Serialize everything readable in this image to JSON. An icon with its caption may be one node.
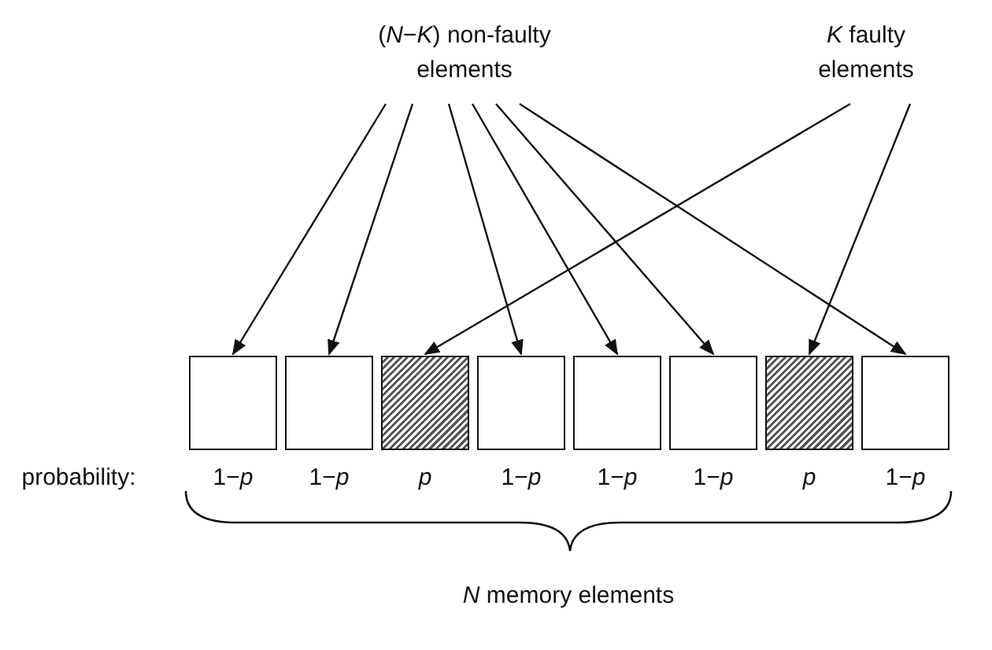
{
  "diagram": {
    "nodes": [
      {
        "text": [
          "(*N*−*K*) non-faulty elements"
        ]
      },
      {
        "text": [
          "*K* faulty elements"
        ]
      },
      {
        "text": [],
        "shape": "box"
      },
      {
        "text": [],
        "shape": "box"
      },
      {
        "text": [],
        "shape": "hatched"
      },
      {
        "text": [],
        "shape": "box"
      },
      {
        "text": [],
        "shape": "box"
      },
      {
        "text": [],
        "shape": "box"
      },
      {
        "text": [],
        "shape": "hatched"
      },
      {
        "text": [],
        "shape": "box"
      }
    ],
    "edges": [
      {
        "from": 0,
        "to": 2,
        "arrow": "to"
      },
      {
        "from": 0,
        "to": 3,
        "arrow": "to"
      },
      {
        "from": 1,
        "to": 4,
        "arrow": "to"
      },
      {
        "from": 0,
        "to": 5,
        "arrow": "to"
      },
      {
        "from": 0,
        "to": 6,
        "arrow": "to"
      },
      {
        "from": 0,
        "to": 7,
        "arrow": "to"
      },
      {
        "from": 1,
        "to": 8,
        "arrow": "to"
      },
      {
        "from": 0,
        "to": 9,
        "arrow": "to"
      }
    ],
    "labels": [
      "probability:",
      "1−*p*",
      "1−*p*",
      "*p*",
      "1−*p*",
      "1−*p*",
      "1−*p*",
      "*p*",
      "1−*p*",
      "*N* memory elements"
    ]
  }
}
